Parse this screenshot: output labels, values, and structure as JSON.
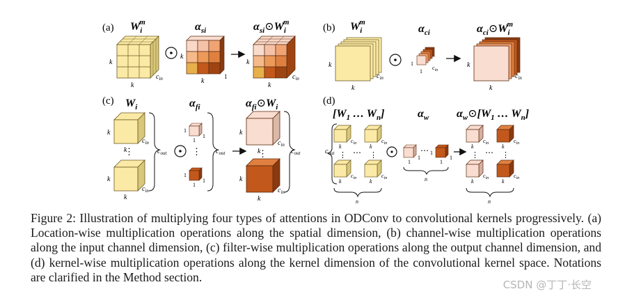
{
  "panels": {
    "a": {
      "tag": "(a)",
      "w_label_main": "W",
      "w_label_sub": "i",
      "w_label_sup": "m",
      "alpha_label_main": "α",
      "alpha_label_sub": "si",
      "result_alpha": "α",
      "result_alpha_sub": "si",
      "result_op": "⊙",
      "result_w": "W",
      "result_w_sub": "i",
      "result_w_sup": "m",
      "dim_k": "k",
      "dim_cin": "c",
      "dim_cin_sub": "in",
      "dim_one": "1"
    },
    "b": {
      "tag": "(b)",
      "w_label_main": "W",
      "w_label_sub": "i",
      "w_label_sup": "m",
      "alpha_label_main": "α",
      "alpha_label_sub": "ci",
      "result_alpha": "α",
      "result_alpha_sub": "ci",
      "result_op": "⊙",
      "result_w": "W",
      "result_w_sub": "i",
      "result_w_sup": "m",
      "dim_k": "k",
      "dim_cin": "c",
      "dim_cin_sub": "in",
      "dim_one": "1"
    },
    "c": {
      "tag": "(c)",
      "w_label_main": "W",
      "w_label_sub": "i",
      "alpha_label_main": "α",
      "alpha_label_sub": "fi",
      "result_alpha": "α",
      "result_alpha_sub": "fi",
      "result_op": "⊙",
      "result_w": "W",
      "result_w_sub": "i",
      "dim_k": "k",
      "dim_cin": "c",
      "dim_cin_sub": "in",
      "dim_cout": "c",
      "dim_cout_sub": "out",
      "dim_one": "1",
      "vdots": "⋮"
    },
    "d": {
      "tag": "(d)",
      "w_label": "[W",
      "w_label_sub1": "1",
      "w_label_mid": " … W",
      "w_label_subn": "n",
      "w_label_end": "]",
      "alpha_label_main": "α",
      "alpha_label_sub": "w",
      "result_alpha": "α",
      "result_alpha_sub": "w",
      "result_op": "⊙",
      "result_w": "[W",
      "result_w_sub1": "1",
      "result_w_mid": " … W",
      "result_w_subn": "n",
      "result_w_end": "]",
      "dim_k": "k",
      "dim_cin": "c",
      "dim_cin_sub": "in",
      "dim_cout": "c",
      "dim_cout_sub": "out",
      "dim_one": "1",
      "dim_n": "n",
      "hdots": "⋯",
      "vdots": "⋮"
    }
  },
  "odot": "⊙",
  "caption": "Figure 2: Illustration of multiplying four types of attentions in ODConv to convolutional kernels progressively. (a) Location-wise multiplication operations along the spatial dimension, (b) channel-wise multiplication operations along the input channel dimension, (c) filter-wise multiplication operations along the output channel dimension, and (d) kernel-wise multiplication operations along the kernel dimension of the convolutional kernel space. Notations are clarified in the Method section.",
  "watermark": "CSDN @丁丁·长空",
  "colors": {
    "kernel_yellow": "#fbe9a6",
    "kernel_yellow_side": "#d9c77a",
    "attn_light": "#f9ddd0",
    "attn_mid": "#f0a474",
    "attn_dark": "#c2581c",
    "attn_darker": "#8a3a10"
  }
}
